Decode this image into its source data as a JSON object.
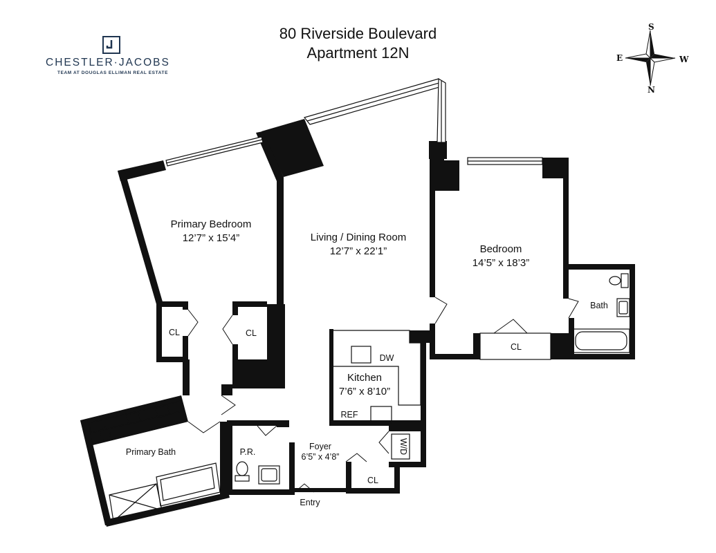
{
  "header": {
    "address": "80 Riverside Boulevard",
    "unit": "Apartment 12N"
  },
  "logo": {
    "brand": "CHESTLER·JACOBS",
    "tagline": "TEAM AT DOUGLAS ELLIMAN REAL ESTATE",
    "icon": "square-bracket-logo-icon",
    "color": "#1f3550"
  },
  "compass": {
    "top": "S",
    "bottom": "N",
    "left": "E",
    "right": "W"
  },
  "rooms": {
    "primary_bedroom": {
      "name": "Primary Bedroom",
      "dims": "12’7” x 15’4”"
    },
    "living_dining": {
      "name": "Living / Dining Room",
      "dims": "12’7” x 22’1”"
    },
    "bedroom": {
      "name": "Bedroom",
      "dims": "14’5” x 18’3”"
    },
    "bath": {
      "name": "Bath"
    },
    "kitchen": {
      "name": "Kitchen",
      "dims": "7’6” x 8’10”"
    },
    "dw": "DW",
    "ref": "REF",
    "wd": "W/D",
    "foyer": {
      "name": "Foyer",
      "dims": "6’5” x 4’8”"
    },
    "primary_bath": {
      "name": "Primary Bath"
    },
    "pr": "P.R.",
    "cl_primary_left": "CL",
    "cl_primary_right": "CL",
    "cl_bedroom": "CL",
    "cl_foyer": "CL",
    "entry": "Entry"
  }
}
